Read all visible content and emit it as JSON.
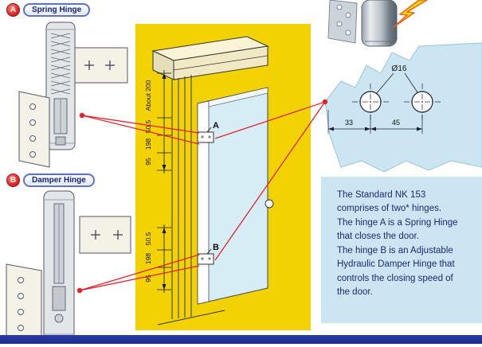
{
  "badges": {
    "a": {
      "letter": "A",
      "label": "Spring Hinge"
    },
    "b": {
      "letter": "B",
      "label": "Damper Hinge"
    }
  },
  "diagram": {
    "hinge_a_label": "A",
    "hinge_b_label": "B",
    "dims_top": {
      "d1": "About 200",
      "d2": "50.5",
      "d3": "198",
      "d4": "95"
    },
    "dims_bottom": {
      "d1": "50.5",
      "d2": "198",
      "d3": "95"
    }
  },
  "detail": {
    "diameter": "Ø16",
    "dim_left": "33",
    "dim_right": "45"
  },
  "description": {
    "lines": [
      "The Standard NK 153",
      "comprises of two* hinges.",
      "The hinge A is a Spring Hinge",
      "that closes the door.",
      "The hinge B is an Adjustable",
      "Hydraulic Damper Hinge that",
      "controls the closing speed of",
      "the door."
    ]
  },
  "colors": {
    "yellow_panel": "#F2D203",
    "light_blue_panel": "#CBE6F2",
    "navy_text": "#1B2A6B",
    "connector_red": "#E0242C",
    "bottom_bar_blue": "#1B2D8F"
  }
}
